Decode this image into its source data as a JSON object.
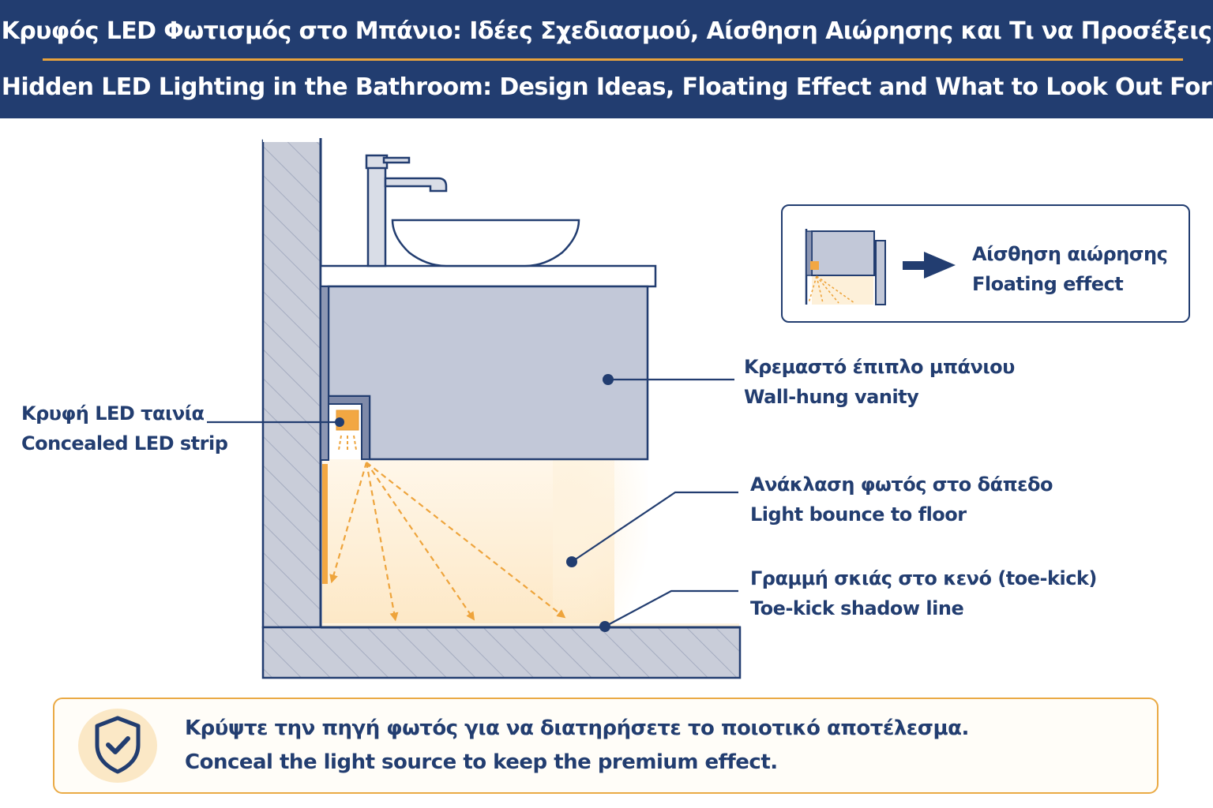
{
  "header": {
    "title_el": "Κρυφός LED Φωτισμός στο Μπάνιο: Ιδέες Σχεδιασμού, Αίσθηση Αιώρησης και Τι να Προσέξεις",
    "title_en": "Hidden LED Lighting in the Bathroom: Design Ideas, Floating Effect and What to Look Out For"
  },
  "callouts": {
    "led_strip": {
      "el": "Κρυφή LED ταινία",
      "en": "Concealed LED strip"
    },
    "vanity": {
      "el": "Κρεμαστό έπιπλο μπάνιου",
      "en": "Wall-hung vanity"
    },
    "bounce": {
      "el": "Ανάκλαση φωτός στο δάπεδο",
      "en": "Light bounce to floor"
    },
    "shadow": {
      "el": "Γραμμή σκιάς στο κενό (toe-kick)",
      "en": "Toe-kick shadow line"
    }
  },
  "inset": {
    "el": "Αίσθηση αιώρησης",
    "en": "Floating effect"
  },
  "note": {
    "el": "Κρύψτε την πηγή φωτός για να διατηρήσετε το ποιοτικό αποτέλεσμα.",
    "en": "Conceal the light source to keep the premium effect.",
    "icon": "shield-check-icon"
  },
  "colors": {
    "navy": "#223d70",
    "accent": "#e8a33d",
    "cabinet": "#c2c8d8",
    "wall": "#c9cdd9",
    "glow": "#fdeed3"
  }
}
